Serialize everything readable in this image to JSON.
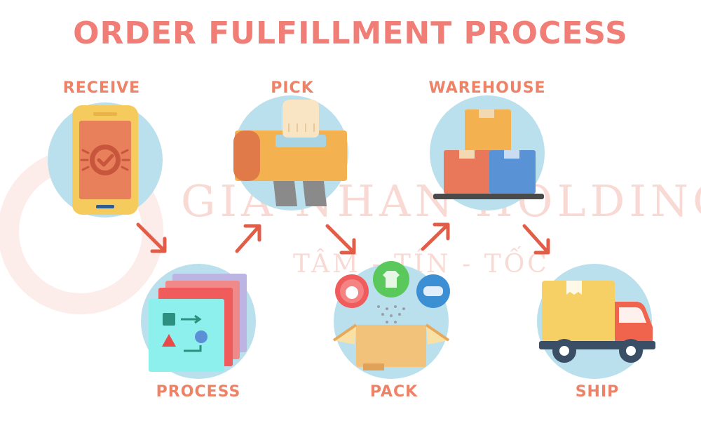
{
  "title": "ORDER FULFILLMENT PROCESS",
  "steps": {
    "receive": "RECEIVE",
    "pick": "PICK",
    "warehouse": "WAREHOUSE",
    "process": "PROCESS",
    "pack": "PACK",
    "ship": "SHIP"
  },
  "watermark": {
    "name": "GIA NHAN HOLDINGS",
    "tagline": "TÂM - TÍN - TỐC"
  },
  "colors": {
    "title": "#f07e76",
    "label": "#ee8267",
    "circle": "#b9e0ec",
    "arrow": "#e25d47",
    "watermark": "#e8563d"
  },
  "icons": [
    "smartphone-check-icon",
    "box-grab-icon",
    "stacked-boxes-icon",
    "forms-flowchart-icon",
    "open-box-products-icon",
    "delivery-truck-icon"
  ]
}
